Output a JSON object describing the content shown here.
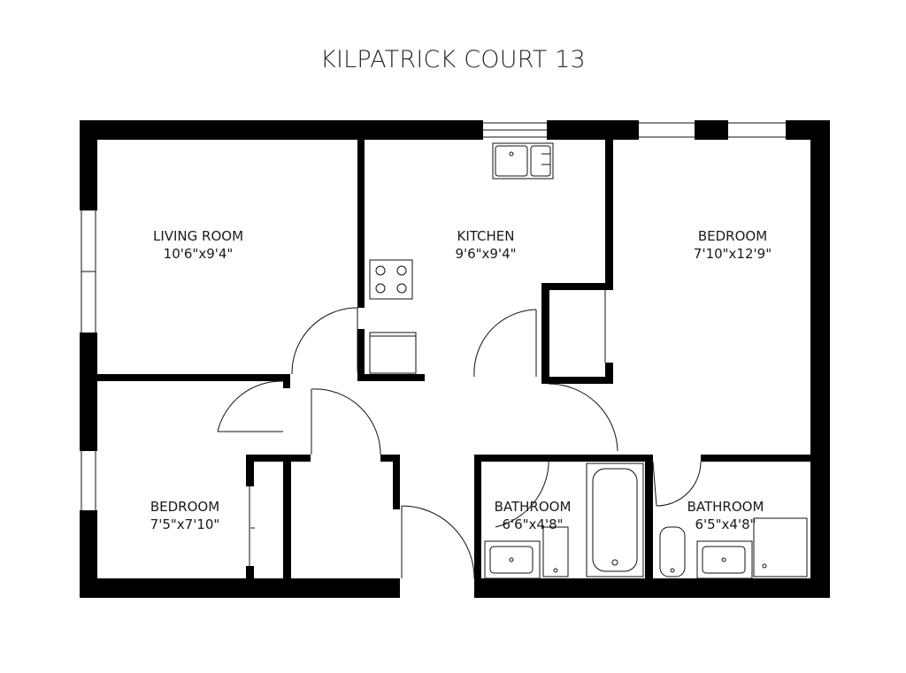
{
  "title": "KILPATRICK COURT 13",
  "rooms": [
    {
      "name": "LIVING ROOM",
      "dimensions": "10'6\"x9'4\""
    },
    {
      "name": "KITCHEN",
      "dimensions": "9'6\"x9'4\""
    },
    {
      "name": "BEDROOM",
      "dimensions": "7'10\"x12'9\""
    },
    {
      "name": "BEDROOM",
      "dimensions": "7'5\"x7'10\""
    },
    {
      "name": "BATHROOM",
      "dimensions": "6'6\"x4'8\""
    },
    {
      "name": "BATHROOM",
      "dimensions": "6'5\"x4'8\""
    }
  ],
  "colors": {
    "wall": "#000000",
    "line": "#111111",
    "background": "#ffffff"
  }
}
